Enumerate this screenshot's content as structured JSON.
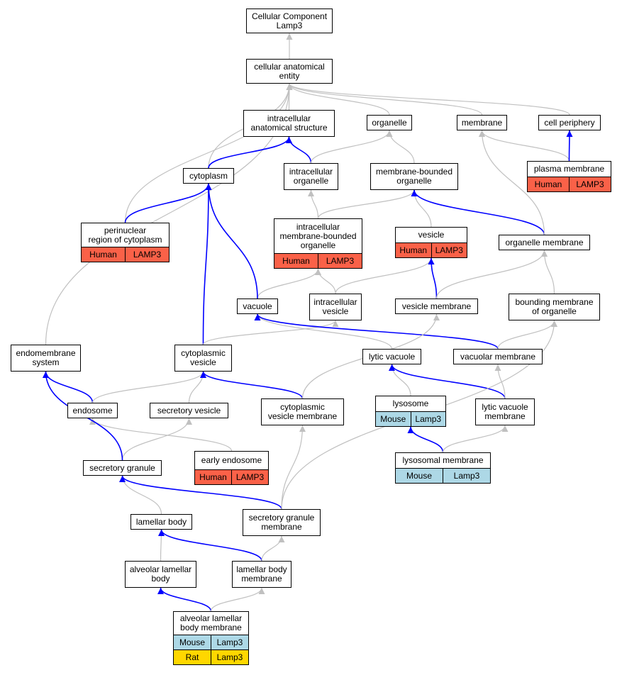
{
  "colors": {
    "is_a": "#c0c0c0",
    "part_of": "#0000ff",
    "Human": "#fa6148",
    "Mouse": "#add8e6",
    "Rat": "#ffd700"
  },
  "nodes": [
    {
      "id": "cc",
      "label": "Cellular Component\nLamp3"
    },
    {
      "id": "cae",
      "label": "cellular anatomical\nentity"
    },
    {
      "id": "ias",
      "label": "intracellular\nanatomical structure"
    },
    {
      "id": "organelle",
      "label": "organelle"
    },
    {
      "id": "membrane",
      "label": "membrane"
    },
    {
      "id": "cellper",
      "label": "cell periphery"
    },
    {
      "id": "cytoplasm",
      "label": "cytoplasm"
    },
    {
      "id": "intorg",
      "label": "intracellular\norganelle"
    },
    {
      "id": "mbo",
      "label": "membrane-bounded\norganelle"
    },
    {
      "id": "pm",
      "label": "plasma membrane",
      "tags": [
        [
          "Human",
          "LAMP3"
        ]
      ]
    },
    {
      "id": "perinuc",
      "label": "perinuclear\nregion of cytoplasm",
      "tags": [
        [
          "Human",
          "LAMP3"
        ]
      ]
    },
    {
      "id": "imbo",
      "label": "intracellular\nmembrane-bounded\norganelle",
      "tags": [
        [
          "Human",
          "LAMP3"
        ]
      ]
    },
    {
      "id": "vesicle",
      "label": "vesicle",
      "tags": [
        [
          "Human",
          "LAMP3"
        ]
      ]
    },
    {
      "id": "orgmem",
      "label": "organelle membrane"
    },
    {
      "id": "vacuole",
      "label": "vacuole"
    },
    {
      "id": "intves",
      "label": "intracellular\nvesicle"
    },
    {
      "id": "vesmem",
      "label": "vesicle membrane"
    },
    {
      "id": "bmo",
      "label": "bounding membrane\nof organelle"
    },
    {
      "id": "endomem",
      "label": "endomembrane\nsystem"
    },
    {
      "id": "cytves",
      "label": "cytoplasmic\nvesicle"
    },
    {
      "id": "lytvac",
      "label": "lytic vacuole"
    },
    {
      "id": "vacmem",
      "label": "vacuolar membrane"
    },
    {
      "id": "endosome",
      "label": "endosome"
    },
    {
      "id": "secves",
      "label": "secretory vesicle"
    },
    {
      "id": "cvm",
      "label": "cytoplasmic\nvesicle membrane"
    },
    {
      "id": "lysosome",
      "label": "lysosome",
      "tags": [
        [
          "Mouse",
          "Lamp3"
        ]
      ]
    },
    {
      "id": "lvm",
      "label": "lytic vacuole\nmembrane"
    },
    {
      "id": "earlyendo",
      "label": "early endosome",
      "tags": [
        [
          "Human",
          "LAMP3"
        ]
      ]
    },
    {
      "id": "lysmem",
      "label": "lysosomal membrane",
      "tags": [
        [
          "Mouse",
          "Lamp3"
        ]
      ]
    },
    {
      "id": "secgran",
      "label": "secretory granule"
    },
    {
      "id": "lambody",
      "label": "lamellar body"
    },
    {
      "id": "sgm",
      "label": "secretory granule\nmembrane"
    },
    {
      "id": "alb",
      "label": "alveolar lamellar\nbody"
    },
    {
      "id": "lbm",
      "label": "lamellar body\nmembrane"
    },
    {
      "id": "albm",
      "label": "alveolar lamellar\nbody membrane",
      "tags": [
        [
          "Mouse",
          "Lamp3"
        ],
        [
          "Rat",
          "Lamp3"
        ]
      ]
    }
  ],
  "edges": [
    {
      "from": "cae",
      "to": "cc",
      "type": "is_a"
    },
    {
      "from": "ias",
      "to": "cae",
      "type": "is_a"
    },
    {
      "from": "organelle",
      "to": "cae",
      "type": "is_a"
    },
    {
      "from": "membrane",
      "to": "cae",
      "type": "is_a"
    },
    {
      "from": "cellper",
      "to": "cae",
      "type": "is_a"
    },
    {
      "from": "cytoplasm",
      "to": "cae",
      "type": "is_a"
    },
    {
      "from": "perinuc",
      "to": "cae",
      "type": "is_a"
    },
    {
      "from": "endomem",
      "to": "cae",
      "type": "is_a"
    },
    {
      "from": "cytoplasm",
      "to": "ias",
      "type": "part_of"
    },
    {
      "from": "intorg",
      "to": "ias",
      "type": "part_of"
    },
    {
      "from": "intorg",
      "to": "organelle",
      "type": "is_a"
    },
    {
      "from": "mbo",
      "to": "organelle",
      "type": "is_a"
    },
    {
      "from": "pm",
      "to": "membrane",
      "type": "is_a"
    },
    {
      "from": "pm",
      "to": "cellper",
      "type": "part_of"
    },
    {
      "from": "perinuc",
      "to": "cytoplasm",
      "type": "part_of"
    },
    {
      "from": "imbo",
      "to": "intorg",
      "type": "is_a"
    },
    {
      "from": "imbo",
      "to": "mbo",
      "type": "is_a"
    },
    {
      "from": "vesicle",
      "to": "mbo",
      "type": "is_a"
    },
    {
      "from": "orgmem",
      "to": "mbo",
      "type": "part_of"
    },
    {
      "from": "orgmem",
      "to": "membrane",
      "type": "is_a"
    },
    {
      "from": "vacuole",
      "to": "imbo",
      "type": "is_a"
    },
    {
      "from": "vacuole",
      "to": "cytoplasm",
      "type": "part_of"
    },
    {
      "from": "intves",
      "to": "imbo",
      "type": "is_a"
    },
    {
      "from": "intves",
      "to": "vesicle",
      "type": "is_a"
    },
    {
      "from": "vesmem",
      "to": "vesicle",
      "type": "part_of"
    },
    {
      "from": "vesmem",
      "to": "orgmem",
      "type": "is_a"
    },
    {
      "from": "bmo",
      "to": "orgmem",
      "type": "is_a"
    },
    {
      "from": "cytves",
      "to": "cytoplasm",
      "type": "part_of"
    },
    {
      "from": "cytves",
      "to": "intves",
      "type": "is_a"
    },
    {
      "from": "lytvac",
      "to": "vacuole",
      "type": "is_a"
    },
    {
      "from": "vacmem",
      "to": "vacuole",
      "type": "part_of"
    },
    {
      "from": "vacmem",
      "to": "bmo",
      "type": "is_a"
    },
    {
      "from": "endosome",
      "to": "endomem",
      "type": "part_of"
    },
    {
      "from": "endosome",
      "to": "cytves",
      "type": "is_a"
    },
    {
      "from": "secves",
      "to": "cytves",
      "type": "is_a"
    },
    {
      "from": "cvm",
      "to": "cytves",
      "type": "part_of"
    },
    {
      "from": "cvm",
      "to": "vesmem",
      "type": "is_a"
    },
    {
      "from": "lysosome",
      "to": "lytvac",
      "type": "is_a"
    },
    {
      "from": "lvm",
      "to": "lytvac",
      "type": "part_of"
    },
    {
      "from": "lvm",
      "to": "vacmem",
      "type": "is_a"
    },
    {
      "from": "earlyendo",
      "to": "endosome",
      "type": "is_a"
    },
    {
      "from": "lysmem",
      "to": "lysosome",
      "type": "part_of"
    },
    {
      "from": "lysmem",
      "to": "lvm",
      "type": "is_a"
    },
    {
      "from": "secgran",
      "to": "secves",
      "type": "is_a"
    },
    {
      "from": "secgran",
      "to": "endomem",
      "type": "part_of"
    },
    {
      "from": "lambody",
      "to": "secgran",
      "type": "is_a"
    },
    {
      "from": "sgm",
      "to": "secgran",
      "type": "part_of"
    },
    {
      "from": "sgm",
      "to": "cvm",
      "type": "is_a"
    },
    {
      "from": "sgm",
      "to": "bmo",
      "type": "is_a"
    },
    {
      "from": "alb",
      "to": "lambody",
      "type": "is_a"
    },
    {
      "from": "lbm",
      "to": "lambody",
      "type": "part_of"
    },
    {
      "from": "lbm",
      "to": "sgm",
      "type": "is_a"
    },
    {
      "from": "albm",
      "to": "alb",
      "type": "part_of"
    },
    {
      "from": "albm",
      "to": "lbm",
      "type": "is_a"
    }
  ]
}
